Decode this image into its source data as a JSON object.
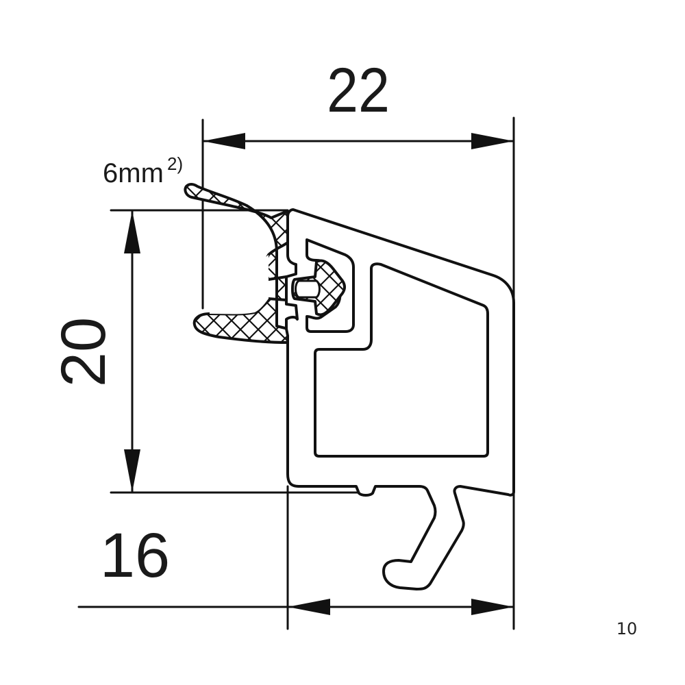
{
  "drawing": {
    "dimensions": {
      "width_top": "22",
      "height_left": "20",
      "width_bottom": "16"
    },
    "annotation": {
      "label": "6mm",
      "superscript": "2)"
    },
    "page_number": "10"
  }
}
